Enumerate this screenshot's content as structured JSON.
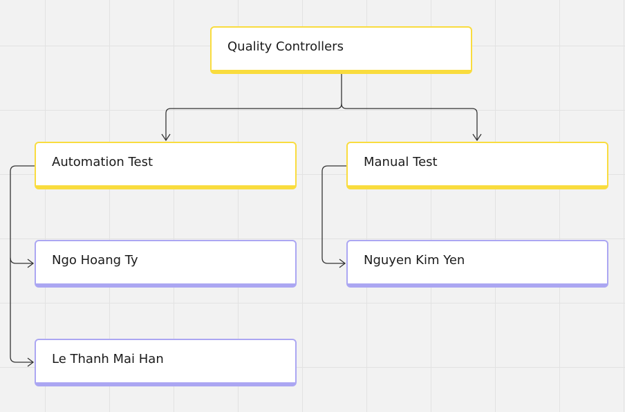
{
  "diagram": {
    "root": {
      "label": "Quality Controllers",
      "color": "#f9dc3e"
    },
    "groups": [
      {
        "label": "Automation Test",
        "color": "#f9dc3e",
        "members": [
          {
            "label": "Ngo Hoang Ty",
            "color": "#aba6f2"
          },
          {
            "label": "Le Thanh Mai Han",
            "color": "#aba6f2"
          }
        ]
      },
      {
        "label": "Manual Test",
        "color": "#f9dc3e",
        "members": [
          {
            "label": "Nguyen Kim Yen",
            "color": "#aba6f2"
          }
        ]
      }
    ],
    "connector_color": "#333333"
  }
}
